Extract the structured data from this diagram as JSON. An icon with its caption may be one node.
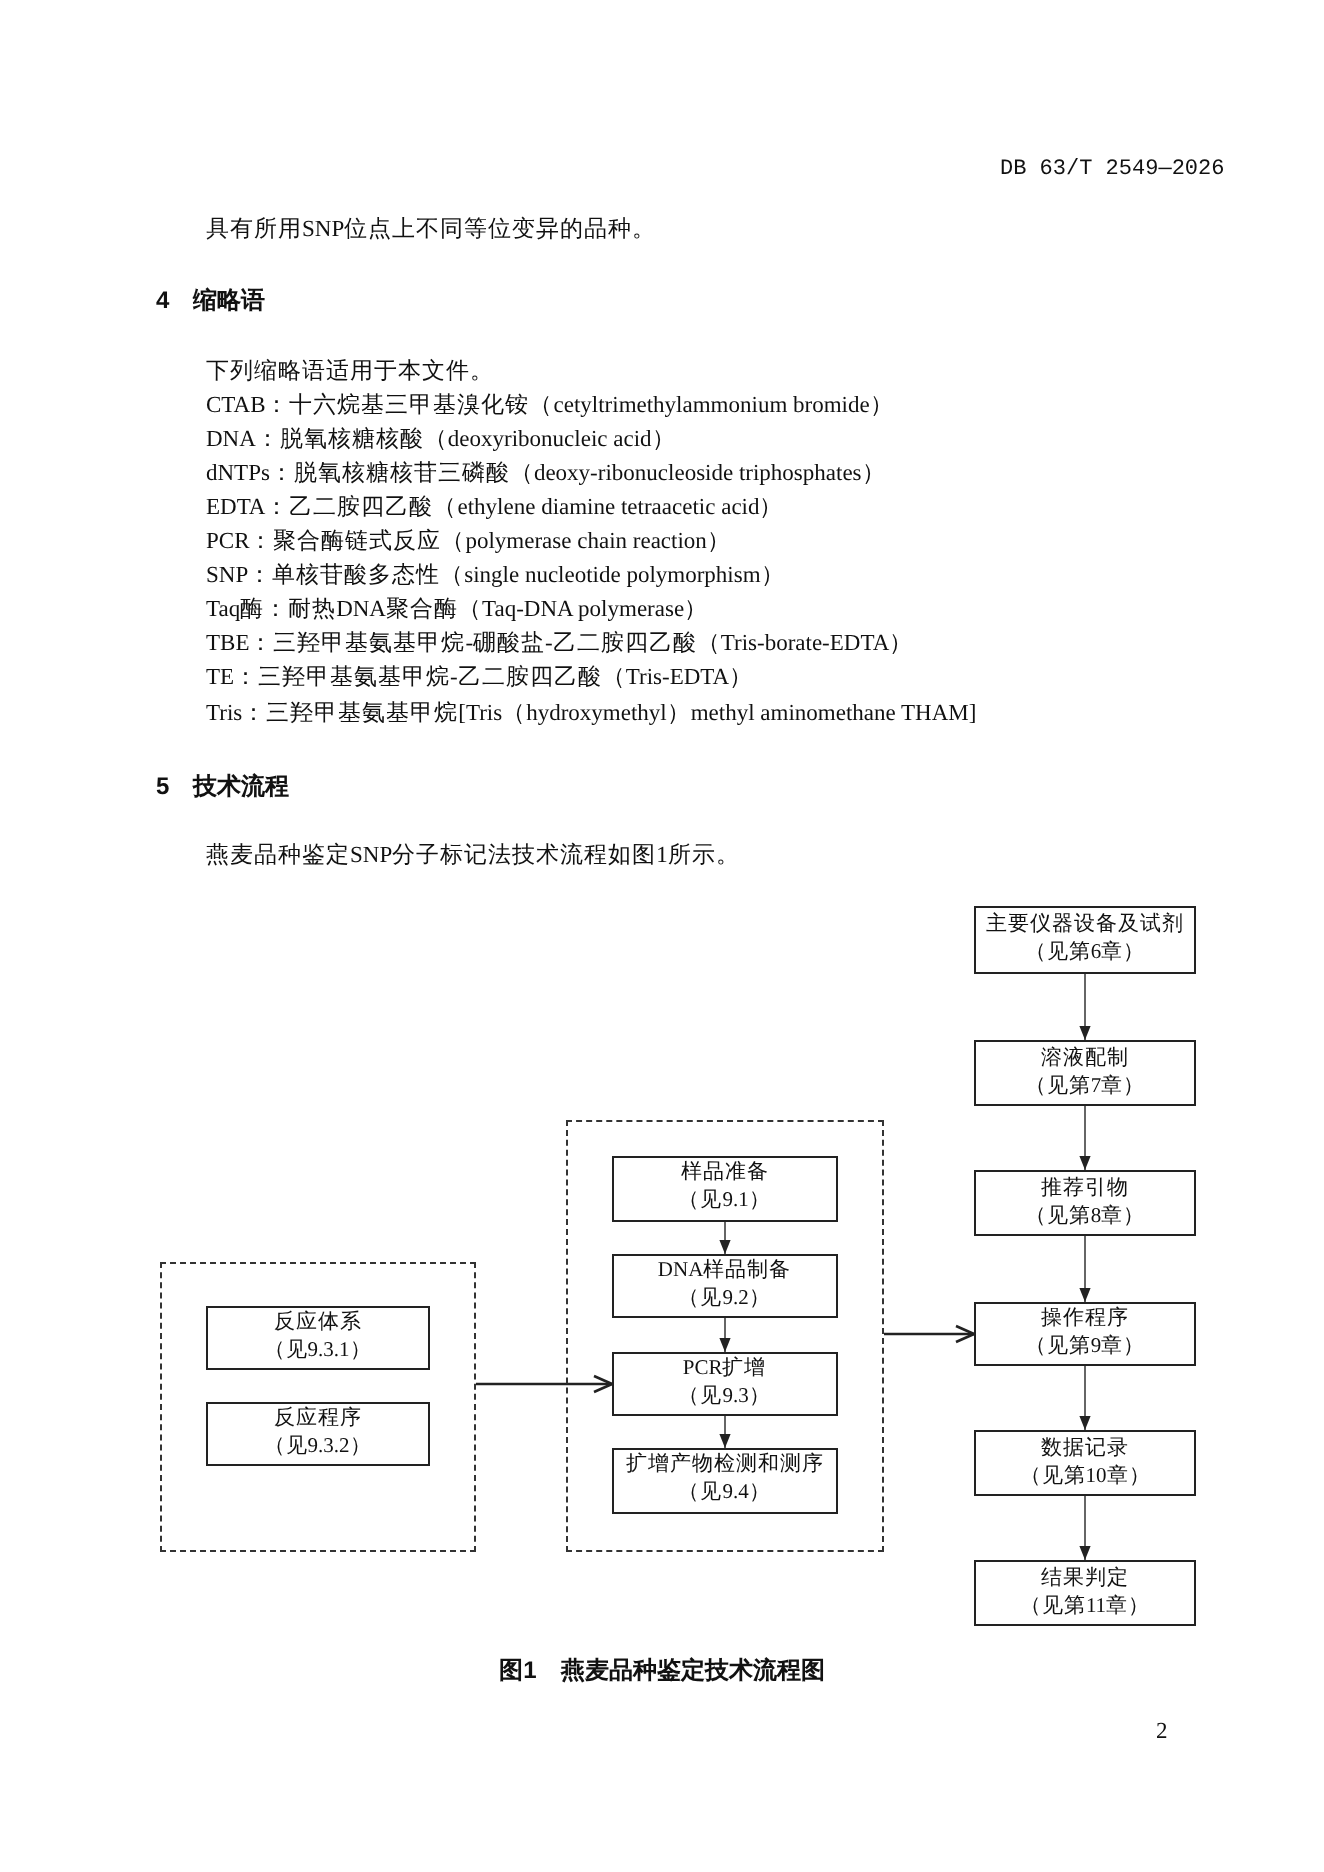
{
  "diagram": {
    "caption": "图1　燕麦品种鉴定技术流程图",
    "nodes": [
      {
        "text": [],
        "shape": "box"
      },
      {
        "text": [
          "反应体系",
          "（见9.3.1）"
        ],
        "in": 0
      },
      {
        "text": [
          "反应程序",
          "（见9.3.2）"
        ],
        "in": 0
      },
      {
        "text": [],
        "shape": "box"
      },
      {
        "text": [
          "样品准备",
          "（见9.1）"
        ],
        "in": 3
      },
      {
        "text": [
          "DNA样品制备",
          "（见9.2）"
        ],
        "in": 3
      },
      {
        "text": [
          "PCR扩增",
          "（见9.3）"
        ],
        "in": 3
      },
      {
        "text": [
          "扩增产物检测和测序",
          "（见9.4）"
        ],
        "in": 3
      },
      {
        "text": [
          "主要仪器设备及试剂",
          "（见第6章）"
        ]
      },
      {
        "text": [
          "溶液配制",
          "（见第7章）"
        ]
      },
      {
        "text": [
          "推荐引物",
          "（见第8章）"
        ]
      },
      {
        "text": [
          "操作程序",
          "（见第9章）"
        ]
      },
      {
        "text": [
          "数据记录",
          "（见第10章）"
        ]
      },
      {
        "text": [
          "结果判定",
          "（见第11章）"
        ]
      }
    ],
    "edges": [
      {
        "from": 0,
        "to": 6,
        "arrow": "to"
      },
      {
        "from": 4,
        "to": 5,
        "arrow": "to"
      },
      {
        "from": 5,
        "to": 6,
        "arrow": "to"
      },
      {
        "from": 6,
        "to": 7,
        "arrow": "to"
      },
      {
        "from": 3,
        "to": 11,
        "arrow": "to"
      },
      {
        "from": 8,
        "to": 9,
        "arrow": "to"
      },
      {
        "from": 9,
        "to": 10,
        "arrow": "to"
      },
      {
        "from": 10,
        "to": 11,
        "arrow": "to"
      },
      {
        "from": 11,
        "to": 12,
        "arrow": "to"
      },
      {
        "from": 12,
        "to": 13,
        "arrow": "to"
      }
    ],
    "labels": [
      "DB 63/T 2549—2026",
      "具有所用SNP位点上不同等位变异的品种。",
      "4　缩略语",
      "下列缩略语适用于本文件。",
      "CTAB：十六烷基三甲基溴化铵（cetyltrimethylammonium bromide）",
      "DNA：脱氧核糖核酸（deoxyribonucleic acid）",
      "dNTPs：脱氧核糖核苷三磷酸（deoxy-ribonucleoside triphosphates）",
      "EDTA：乙二胺四乙酸（ethylene diamine tetraacetic acid）",
      "PCR：聚合酶链式反应（polymerase chain reaction）",
      "SNP：单核苷酸多态性（single nucleotide polymorphism）",
      "Taq酶：耐热DNA聚合酶（Taq-DNA polymerase）",
      "TBE：三羟甲基氨基甲烷-硼酸盐-乙二胺四乙酸（Tris-borate-EDTA）",
      "TE：三羟甲基氨基甲烷-乙二胺四乙酸（Tris-EDTA）",
      "Tris：三羟甲基氨基甲烷[Tris（hydroxymethyl）methyl aminomethane THAM]",
      "5　技术流程",
      "燕麦品种鉴定SNP分子标记法技术流程如图1所示。",
      "2"
    ]
  }
}
